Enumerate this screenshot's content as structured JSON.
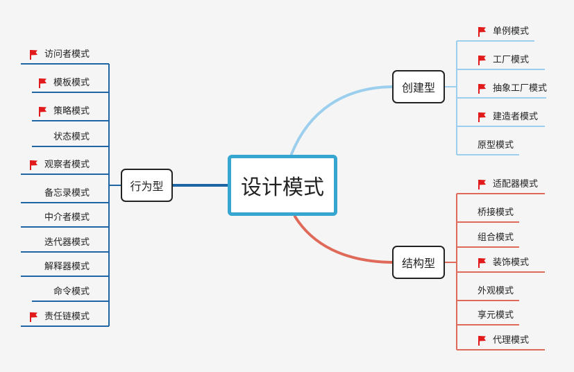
{
  "root": {
    "label": "设计模式"
  },
  "colors": {
    "root_border": "#36a5d0",
    "creational": "#9ccfee",
    "creational_branch": "#5b9bd5",
    "structural": "#e06a5a",
    "behavioral": "#1f64a4",
    "flag": "#e11b1b"
  },
  "icons": {
    "flag": "flag-icon"
  },
  "categories": {
    "creational": {
      "label": "创建型",
      "items": [
        {
          "label": "单例模式",
          "flag": true
        },
        {
          "label": "工厂模式",
          "flag": true
        },
        {
          "label": "抽象工厂模式",
          "flag": true
        },
        {
          "label": "建造者模式",
          "flag": true
        },
        {
          "label": "原型模式",
          "flag": false
        }
      ]
    },
    "structural": {
      "label": "结构型",
      "items": [
        {
          "label": "适配器模式",
          "flag": true
        },
        {
          "label": "桥接模式",
          "flag": false
        },
        {
          "label": "组合模式",
          "flag": false
        },
        {
          "label": "装饰模式",
          "flag": true
        },
        {
          "label": "外观模式",
          "flag": false
        },
        {
          "label": "享元模式",
          "flag": false
        },
        {
          "label": "代理模式",
          "flag": true
        }
      ]
    },
    "behavioral": {
      "label": "行为型",
      "items": [
        {
          "label": "访问者模式",
          "flag": true
        },
        {
          "label": "模板模式",
          "flag": true
        },
        {
          "label": "策略模式",
          "flag": true
        },
        {
          "label": "状态模式",
          "flag": false
        },
        {
          "label": "观察者模式",
          "flag": true
        },
        {
          "label": "备忘录模式",
          "flag": false
        },
        {
          "label": "中介者模式",
          "flag": false
        },
        {
          "label": "迭代器模式",
          "flag": false
        },
        {
          "label": "解释器模式",
          "flag": false
        },
        {
          "label": "命令模式",
          "flag": false
        },
        {
          "label": "责任链模式",
          "flag": true
        }
      ]
    }
  }
}
